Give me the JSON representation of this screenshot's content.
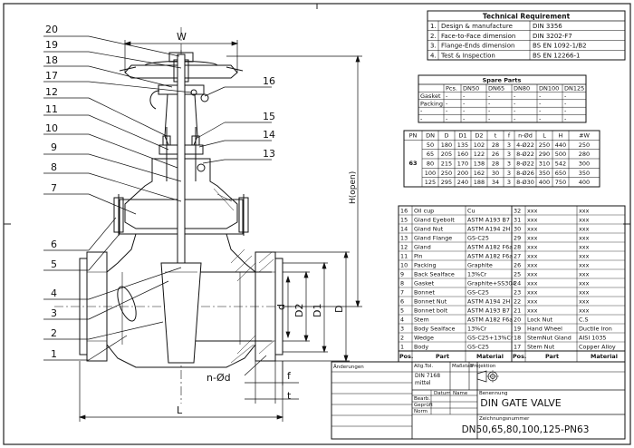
{
  "drawing": {
    "balloons": [
      "20",
      "19",
      "18",
      "17",
      "12",
      "11",
      "10",
      "9",
      "8",
      "7",
      "6",
      "5",
      "4",
      "3",
      "2",
      "1",
      "16",
      "15",
      "14",
      "13"
    ],
    "dims": {
      "W": "W",
      "H": "H(open)",
      "L": "L",
      "D": "D",
      "D1": "D1",
      "D2": "D2",
      "d": "d",
      "f": "f",
      "t": "t",
      "nd": "n-Ød"
    }
  },
  "tech": {
    "title": "Technical Requirement",
    "rows": [
      [
        "1.",
        "Design & manufacture",
        "DIN 3356"
      ],
      [
        "2.",
        "Face-to-Face dimension",
        "DIN 3202-F7"
      ],
      [
        "3.",
        "Flange-Ends dimension",
        "BS EN 1092-1/B2"
      ],
      [
        "4.",
        "Test & Inspection",
        "BS EN 12266-1"
      ]
    ]
  },
  "spare": {
    "title": "Spare Parts",
    "headers": [
      "",
      "Pcs.",
      "DN50",
      "DN65",
      "DN80",
      "DN100",
      "DN125"
    ],
    "rows": [
      [
        "Gasket",
        "-",
        "-",
        "-",
        "-",
        "-",
        "-"
      ],
      [
        "Packing",
        "-",
        "-",
        "-",
        "-",
        "-",
        "-"
      ],
      [
        "-",
        "-",
        "-",
        "-",
        "-",
        "-",
        "-"
      ],
      [
        "-",
        "-",
        "-",
        "-",
        "-",
        "-",
        "-"
      ]
    ]
  },
  "dim_table": {
    "headers": [
      "PN",
      "DN",
      "D",
      "D1",
      "D2",
      "t",
      "f",
      "n-Ød",
      "L",
      "H",
      "#W"
    ],
    "pn": "63",
    "rows": [
      [
        "50",
        "180",
        "135",
        "102",
        "28",
        "3",
        "4-Ø22",
        "250",
        "440",
        "250"
      ],
      [
        "65",
        "205",
        "160",
        "122",
        "26",
        "3",
        "8-Ø22",
        "290",
        "500",
        "280"
      ],
      [
        "80",
        "215",
        "170",
        "138",
        "28",
        "3",
        "8-Ø22",
        "310",
        "542",
        "300"
      ],
      [
        "100",
        "250",
        "200",
        "162",
        "30",
        "3",
        "8-Ø26",
        "350",
        "650",
        "350"
      ],
      [
        "125",
        "295",
        "240",
        "188",
        "34",
        "3",
        "8-Ø30",
        "400",
        "750",
        "400"
      ]
    ]
  },
  "parts_left": [
    [
      "16",
      "Oil cup",
      "Cu"
    ],
    [
      "15",
      "Gland Eyebolt",
      "ASTM A193 B7"
    ],
    [
      "14",
      "Gland Nut",
      "ASTM A194 2H"
    ],
    [
      "13",
      "Gland Flange",
      "GS-C25"
    ],
    [
      "12",
      "Gland",
      "ASTM A182 F6a"
    ],
    [
      "11",
      "Pin",
      "ASTM A182 F6a"
    ],
    [
      "10",
      "Packing",
      "Graphite"
    ],
    [
      "9",
      "Back Sealface",
      "13%Cr"
    ],
    [
      "8",
      "Gasket",
      "Graphite+SS304"
    ],
    [
      "7",
      "Bonnet",
      "GS-C25"
    ],
    [
      "6",
      "Bonnet Nut",
      "ASTM A194 2H"
    ],
    [
      "5",
      "Bonnet bolt",
      "ASTM A193 B7"
    ],
    [
      "4",
      "Stem",
      "ASTM A182 F6a"
    ],
    [
      "3",
      "Body Sealface",
      "13%Cr"
    ],
    [
      "2",
      "Wedge",
      "GS-C25+13%Cr"
    ],
    [
      "1",
      "Body",
      "GS-C25"
    ]
  ],
  "parts_right": [
    [
      "32",
      "xxx",
      "xxx"
    ],
    [
      "31",
      "xxx",
      "xxx"
    ],
    [
      "30",
      "xxx",
      "xxx"
    ],
    [
      "29",
      "xxx",
      "xxx"
    ],
    [
      "28",
      "xxx",
      "xxx"
    ],
    [
      "27",
      "xxx",
      "xxx"
    ],
    [
      "26",
      "xxx",
      "xxx"
    ],
    [
      "25",
      "xxx",
      "xxx"
    ],
    [
      "24",
      "xxx",
      "xxx"
    ],
    [
      "23",
      "xxx",
      "xxx"
    ],
    [
      "22",
      "xxx",
      "xxx"
    ],
    [
      "21",
      "xxx",
      "xxx"
    ],
    [
      "20",
      "Lock Nut",
      "C.S"
    ],
    [
      "19",
      "Hand Wheel",
      "Ductile Iron"
    ],
    [
      "18",
      "StemNut Gland",
      "AISI 1035"
    ],
    [
      "17",
      "Stem Nut",
      "Copper Alloy"
    ]
  ],
  "parts_footer": [
    "Pos.",
    "Part",
    "Material",
    "Pos.",
    "Part",
    "Material"
  ],
  "title_block": {
    "changes": "Änderungen",
    "scale_lbl": "Allg.Tol.",
    "scale_val1": "DIN 7168",
    "scale_val2": "mittel",
    "mass_lbl": "Maßstab",
    "proj_lbl": "Projektion",
    "name_lbl": "Benennung",
    "date_hdr": "Datum",
    "name_hdr": "Name",
    "bearb": "Bearb.",
    "gepr": "Geprüft",
    "norm": "Norm",
    "title": "DIN GATE VALVE",
    "drawno_lbl": "Zeichnungsnummer",
    "drawno": "DN50,65,80,100,125-PN63"
  }
}
